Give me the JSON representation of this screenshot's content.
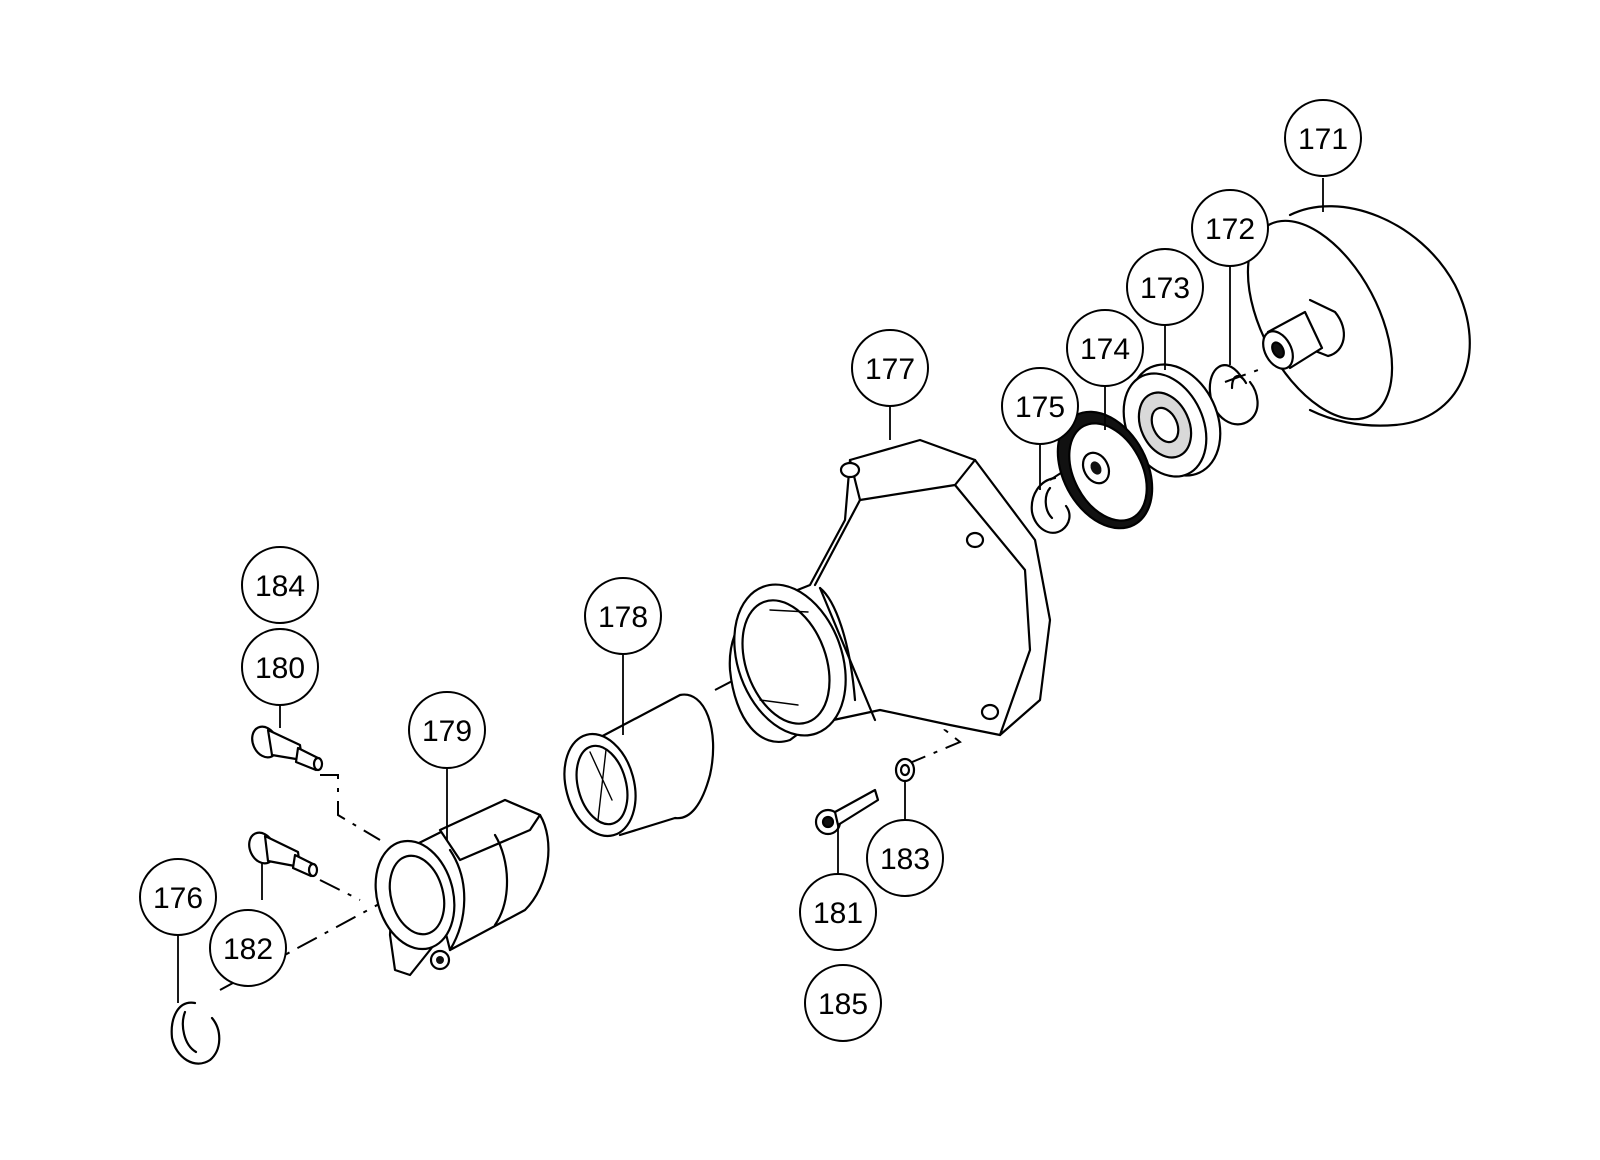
{
  "labels": [
    {
      "id": "171",
      "text": "171"
    },
    {
      "id": "172",
      "text": "172"
    },
    {
      "id": "173",
      "text": "173"
    },
    {
      "id": "174",
      "text": "174"
    },
    {
      "id": "175",
      "text": "175"
    },
    {
      "id": "176",
      "text": "176"
    },
    {
      "id": "177",
      "text": "177"
    },
    {
      "id": "178",
      "text": "178"
    },
    {
      "id": "179",
      "text": "179"
    },
    {
      "id": "180",
      "text": "180"
    },
    {
      "id": "181",
      "text": "181"
    },
    {
      "id": "182",
      "text": "182"
    },
    {
      "id": "183",
      "text": "183"
    },
    {
      "id": "184",
      "text": "184"
    },
    {
      "id": "185",
      "text": "185"
    }
  ]
}
